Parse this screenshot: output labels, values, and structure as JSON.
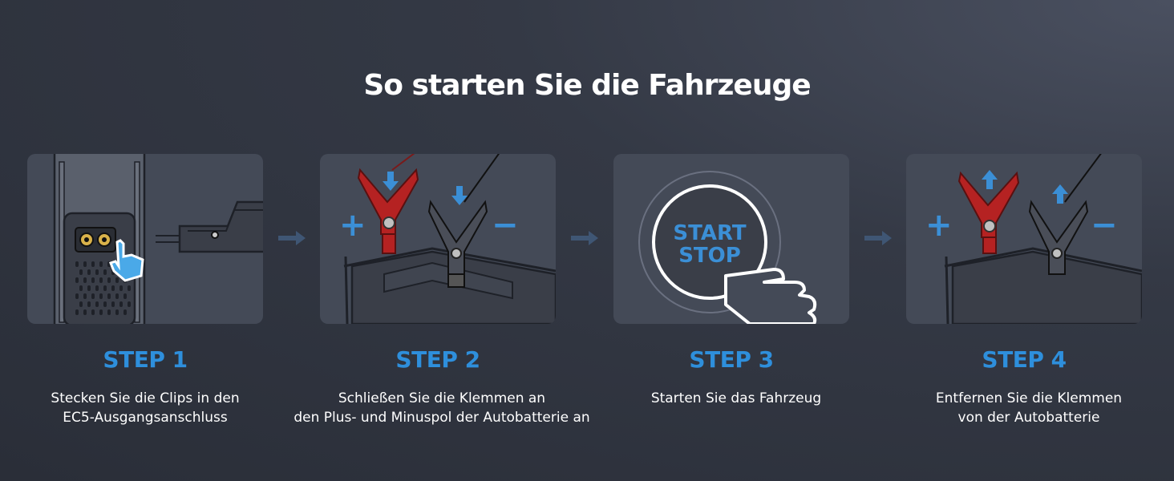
{
  "title": "So starten Sie die Fahrzeuge",
  "steps": [
    {
      "label": "STEP 1",
      "desc": "Stecken Sie die Clips in den\nEC5-Ausgangsanschluss"
    },
    {
      "label": "STEP 2",
      "desc": "Schließen Sie die Klemmen an\nden Plus- und Minuspol der Autobatterie an"
    },
    {
      "label": "STEP 3",
      "desc": "Starten Sie das Fahrzeug"
    },
    {
      "label": "STEP 4",
      "desc": "Entfernen Sie die Klemmen\nvon der Autobatterie"
    }
  ],
  "button": {
    "line1": "START",
    "line2": "STOP"
  },
  "symbols": {
    "plus": "+",
    "minus": "−"
  },
  "colors": {
    "accent": "#2e8fdc",
    "clamp_red": "#b52222",
    "card": "#444a57",
    "background": "#2f333d"
  }
}
